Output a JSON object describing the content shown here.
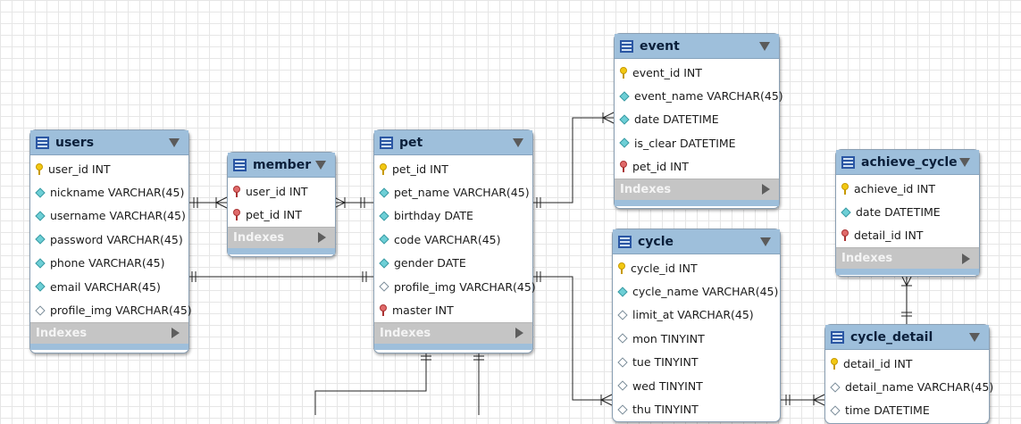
{
  "tables": {
    "users": {
      "name": "users",
      "columns": [
        {
          "text": "user_id INT",
          "icon": "primary-key-icon"
        },
        {
          "text": "nickname VARCHAR(45)",
          "icon": "column-diamond-icon"
        },
        {
          "text": "username VARCHAR(45)",
          "icon": "column-diamond-icon"
        },
        {
          "text": "password VARCHAR(45)",
          "icon": "column-diamond-icon"
        },
        {
          "text": "phone VARCHAR(45)",
          "icon": "column-diamond-icon"
        },
        {
          "text": "email VARCHAR(45)",
          "icon": "column-diamond-icon"
        },
        {
          "text": "profile_img VARCHAR(45)",
          "icon": "nullable-column-icon"
        }
      ],
      "indexes_label": "Indexes"
    },
    "member": {
      "name": "member",
      "columns": [
        {
          "text": "user_id INT",
          "icon": "foreign-key-icon"
        },
        {
          "text": "pet_id INT",
          "icon": "foreign-key-icon"
        }
      ],
      "indexes_label": "Indexes"
    },
    "pet": {
      "name": "pet",
      "columns": [
        {
          "text": "pet_id INT",
          "icon": "primary-key-icon"
        },
        {
          "text": "pet_name VARCHAR(45)",
          "icon": "column-diamond-icon"
        },
        {
          "text": "birthday DATE",
          "icon": "column-diamond-icon"
        },
        {
          "text": "code VARCHAR(45)",
          "icon": "column-diamond-icon"
        },
        {
          "text": "gender DATE",
          "icon": "column-diamond-icon"
        },
        {
          "text": "profile_img VARCHAR(45)",
          "icon": "nullable-column-icon"
        },
        {
          "text": "master INT",
          "icon": "foreign-key-icon"
        }
      ],
      "indexes_label": "Indexes"
    },
    "event": {
      "name": "event",
      "columns": [
        {
          "text": "event_id INT",
          "icon": "primary-key-icon"
        },
        {
          "text": "event_name VARCHAR(45)",
          "icon": "column-diamond-icon"
        },
        {
          "text": "date DATETIME",
          "icon": "column-diamond-icon"
        },
        {
          "text": "is_clear DATETIME",
          "icon": "column-diamond-icon"
        },
        {
          "text": "pet_id INT",
          "icon": "foreign-key-icon"
        }
      ],
      "indexes_label": "Indexes"
    },
    "cycle": {
      "name": "cycle",
      "columns": [
        {
          "text": "cycle_id INT",
          "icon": "primary-key-icon"
        },
        {
          "text": "cycle_name VARCHAR(45)",
          "icon": "column-diamond-icon"
        },
        {
          "text": "limit_at VARCHAR(45)",
          "icon": "nullable-column-icon"
        },
        {
          "text": "mon TINYINT",
          "icon": "nullable-column-icon"
        },
        {
          "text": "tue TINYINT",
          "icon": "nullable-column-icon"
        },
        {
          "text": "wed TINYINT",
          "icon": "nullable-column-icon"
        },
        {
          "text": "thu TINYINT",
          "icon": "nullable-column-icon"
        }
      ]
    },
    "achieve_cycle": {
      "name": "achieve_cycle",
      "columns": [
        {
          "text": "achieve_id INT",
          "icon": "primary-key-icon"
        },
        {
          "text": "date DATETIME",
          "icon": "column-diamond-icon"
        },
        {
          "text": "detail_id INT",
          "icon": "foreign-key-icon"
        }
      ],
      "indexes_label": "Indexes"
    },
    "cycle_detail": {
      "name": "cycle_detail",
      "columns": [
        {
          "text": "detail_id INT",
          "icon": "primary-key-icon"
        },
        {
          "text": "detail_name VARCHAR(45)",
          "icon": "nullable-column-icon"
        },
        {
          "text": "time DATETIME",
          "icon": "nullable-column-icon"
        }
      ]
    }
  },
  "relationships": [
    {
      "from": "users",
      "to": "member",
      "from_end": "one-and-only-one",
      "to_end": "one-to-many"
    },
    {
      "from": "member",
      "to": "pet",
      "from_end": "one-to-many",
      "to_end": "one-and-only-one"
    },
    {
      "from": "users",
      "to": "pet",
      "from_end": "one-and-only-one",
      "to_end": "one-and-only-one"
    },
    {
      "from": "pet",
      "to": "event",
      "from_end": "one-and-only-one",
      "to_end": "one-to-many"
    },
    {
      "from": "pet",
      "to": "cycle",
      "from_end": "one-and-only-one",
      "to_end": "one-to-many"
    },
    {
      "from": "cycle",
      "to": "cycle_detail",
      "from_end": "one-and-only-one",
      "to_end": "one-to-many"
    },
    {
      "from": "cycle_detail",
      "to": "achieve_cycle",
      "from_end": "one-and-only-one",
      "to_end": "one-to-many"
    }
  ]
}
